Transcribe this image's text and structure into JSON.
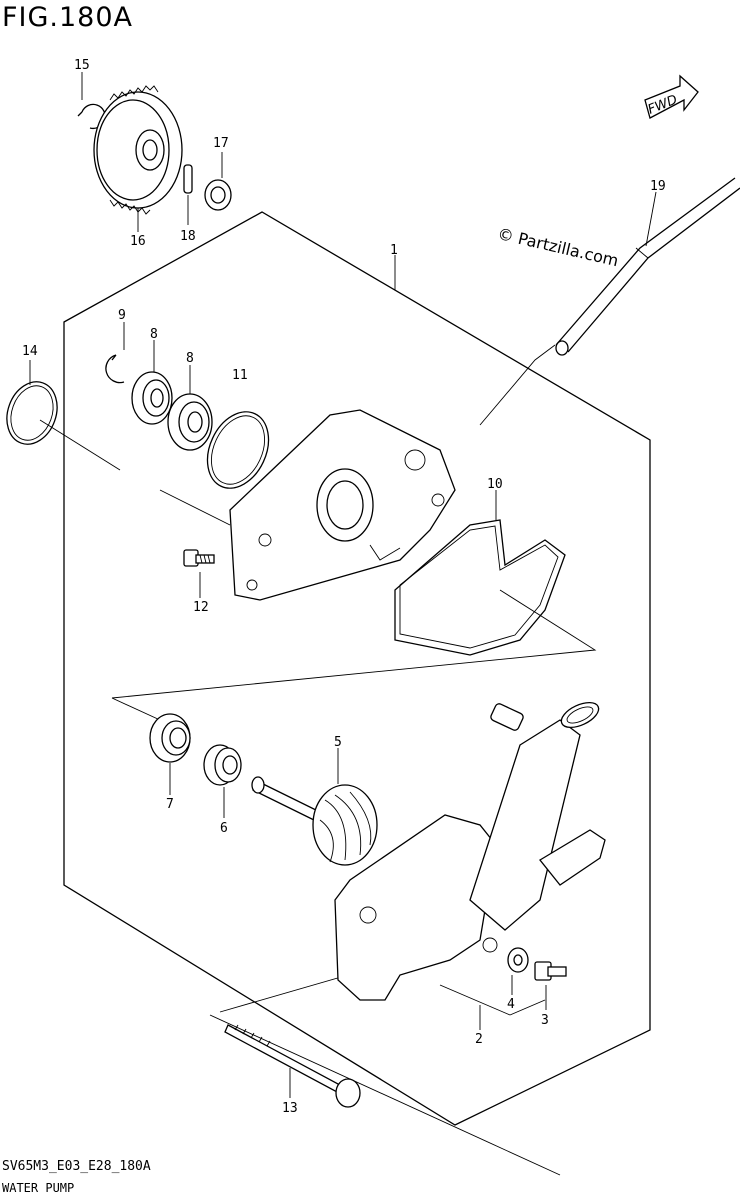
{
  "figure": {
    "title": "FIG.180A"
  },
  "footer": {
    "code": "SV65M3_E03_E28_180A",
    "name": "WATER PUMP"
  },
  "watermark": "© Partzilla.com",
  "fwd_label": "FWD",
  "callouts": {
    "c1": "1",
    "c2": "2",
    "c3": "3",
    "c4": "4",
    "c5": "5",
    "c6": "6",
    "c7": "7",
    "c8a": "8",
    "c8b": "8",
    "c9": "9",
    "c10": "10",
    "c11": "11",
    "c12": "12",
    "c13": "13",
    "c14": "14",
    "c15": "15",
    "c16": "16",
    "c17": "17",
    "c18": "18",
    "c19": "19"
  }
}
